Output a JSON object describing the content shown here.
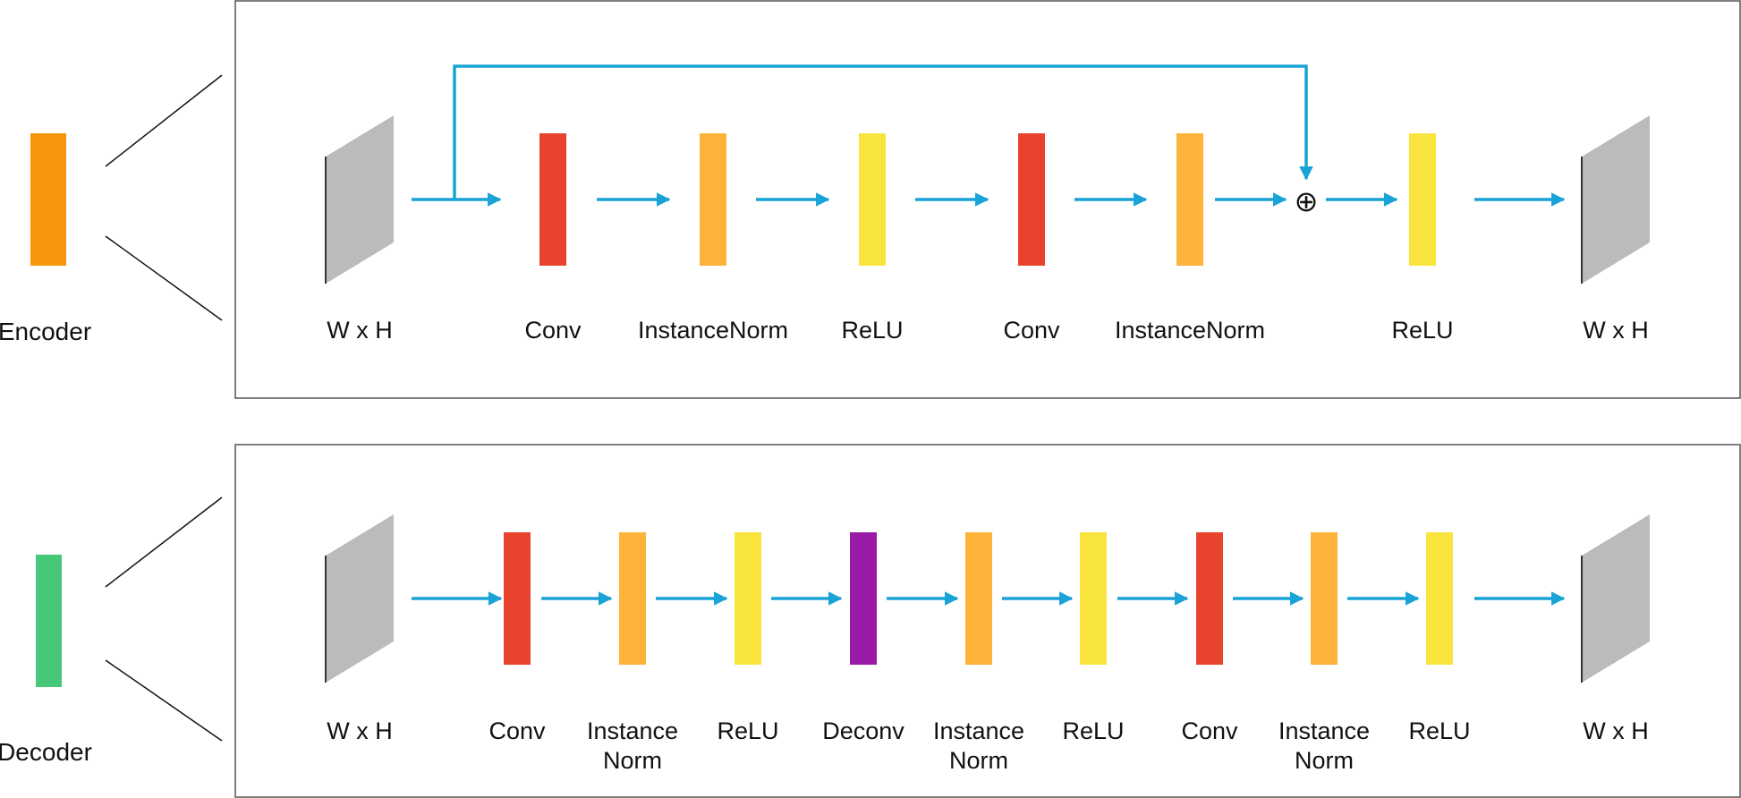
{
  "colors": {
    "frame": "#555555",
    "arrow": "#1aa3d6",
    "feature_map": "#bbbbbb",
    "feature_map_edge": "#333333",
    "encoder_block": "#f7960a",
    "decoder_block": "#47c878",
    "conv": "#e8432d",
    "instance_norm": "#fdb33a",
    "relu": "#f8e43c",
    "deconv": "#9a1aa8"
  },
  "encoder": {
    "side_label": "Encoder",
    "sum_symbol": "⊕",
    "layers": [
      {
        "kind": "feature_map",
        "label": "W x H"
      },
      {
        "kind": "conv",
        "label": "Conv"
      },
      {
        "kind": "instance_norm",
        "label": "InstanceNorm"
      },
      {
        "kind": "relu",
        "label": "ReLU"
      },
      {
        "kind": "conv",
        "label": "Conv"
      },
      {
        "kind": "instance_norm",
        "label": "InstanceNorm"
      },
      {
        "kind": "relu",
        "label": "ReLU"
      },
      {
        "kind": "feature_map",
        "label": "W x H"
      }
    ]
  },
  "decoder": {
    "side_label": "Decoder",
    "layers": [
      {
        "kind": "feature_map",
        "label": "W x H"
      },
      {
        "kind": "conv",
        "label": "Conv"
      },
      {
        "kind": "instance_norm",
        "label": [
          "Instance",
          "Norm"
        ]
      },
      {
        "kind": "relu",
        "label": "ReLU"
      },
      {
        "kind": "deconv",
        "label": "Deconv"
      },
      {
        "kind": "instance_norm",
        "label": [
          "Instance",
          "Norm"
        ]
      },
      {
        "kind": "relu",
        "label": "ReLU"
      },
      {
        "kind": "conv",
        "label": "Conv"
      },
      {
        "kind": "instance_norm",
        "label": [
          "Instance",
          "Norm"
        ]
      },
      {
        "kind": "relu",
        "label": "ReLU"
      },
      {
        "kind": "feature_map",
        "label": "W x H"
      }
    ]
  }
}
